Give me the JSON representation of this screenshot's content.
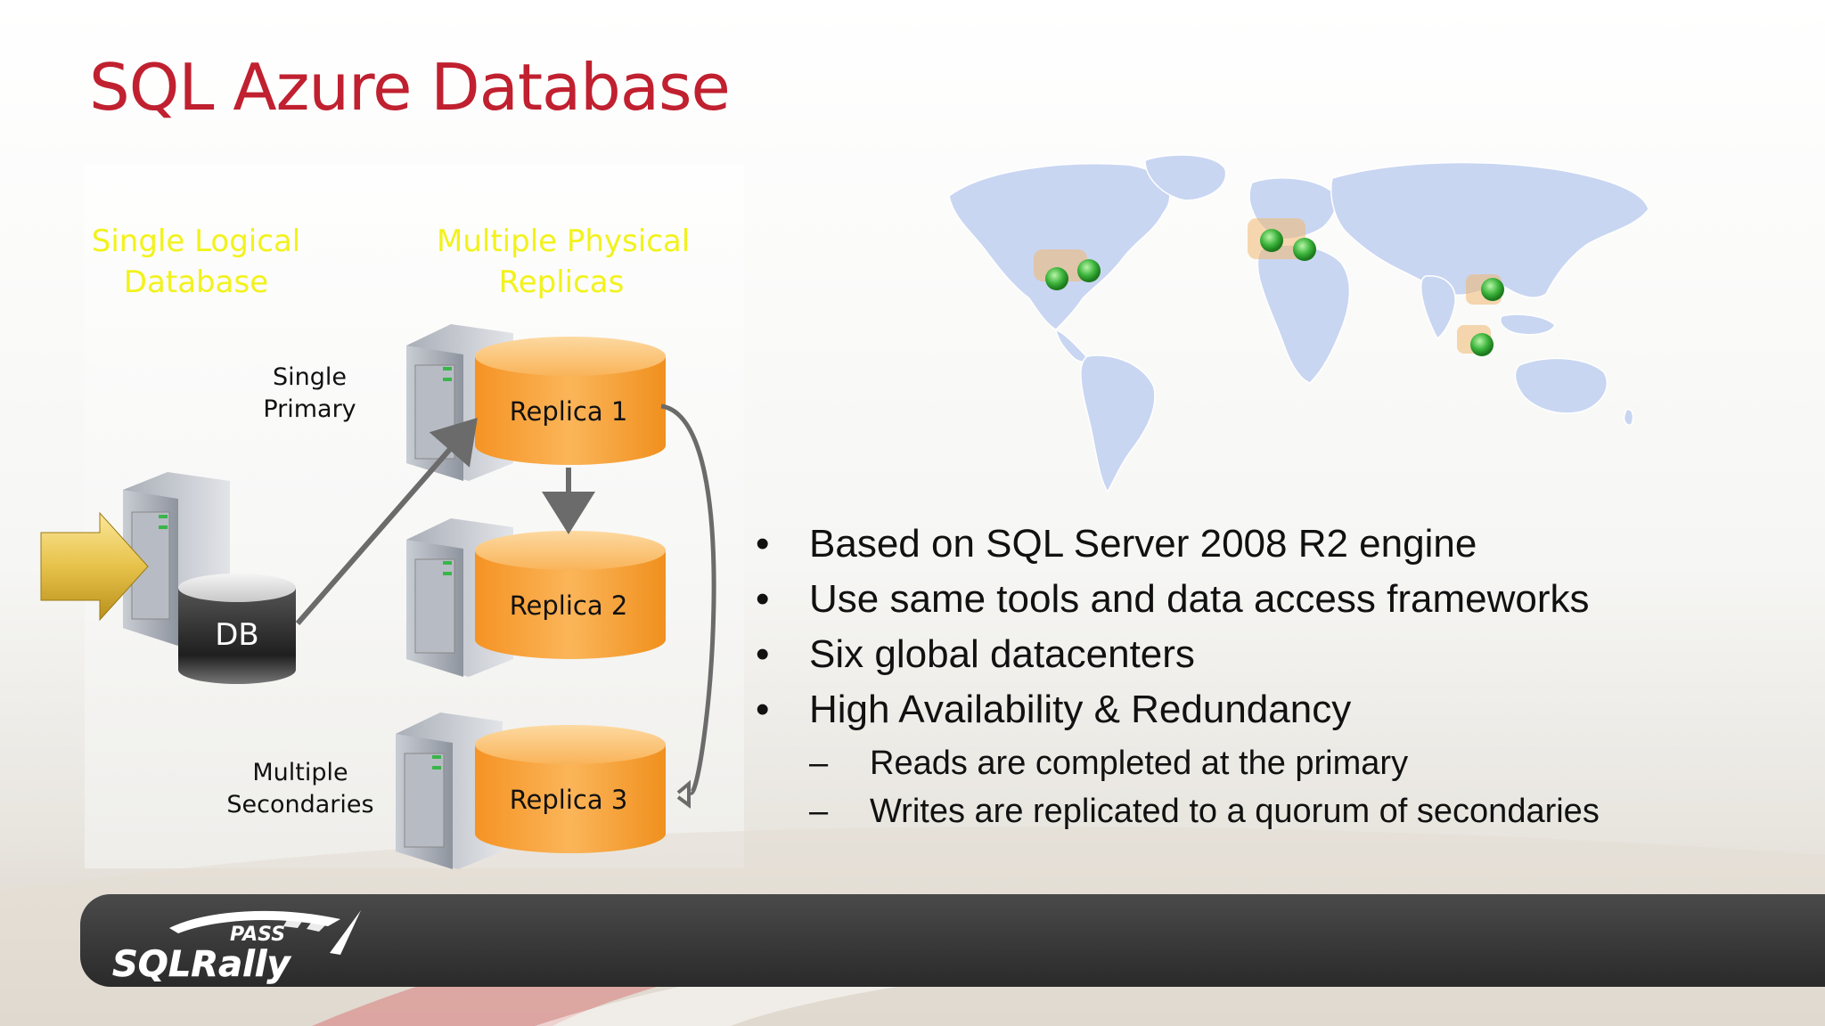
{
  "slide": {
    "title": "SQL Azure Database"
  },
  "diagram": {
    "header_left": [
      "Single Logical",
      "Database"
    ],
    "header_right": [
      "Multiple Physical",
      "Replicas"
    ],
    "role_primary": [
      "Single",
      "Primary"
    ],
    "role_secondary": [
      "Multiple",
      "Secondaries"
    ],
    "db_label": "DB",
    "replicas": [
      "Replica 1",
      "Replica 2",
      "Replica 3"
    ]
  },
  "map": {
    "datacenter_count": 6
  },
  "bullets": [
    "Based on SQL Server 2008 R2 engine",
    "Use same tools and data access frameworks",
    "Six global datacenters",
    "High Availability & Redundancy"
  ],
  "sub_bullets": [
    "Reads are completed at the primary",
    "Writes are replicated to a quorum of secondaries"
  ],
  "markers": {
    "bullet": "•",
    "dash": "–"
  },
  "logo": {
    "top": "PASS",
    "main": "SQLRally"
  },
  "colors": {
    "title": "#c0202f",
    "header": "#f2f21c",
    "replica": "#f7a43a",
    "db": "#333333",
    "datacenter": "#3cb43c"
  }
}
